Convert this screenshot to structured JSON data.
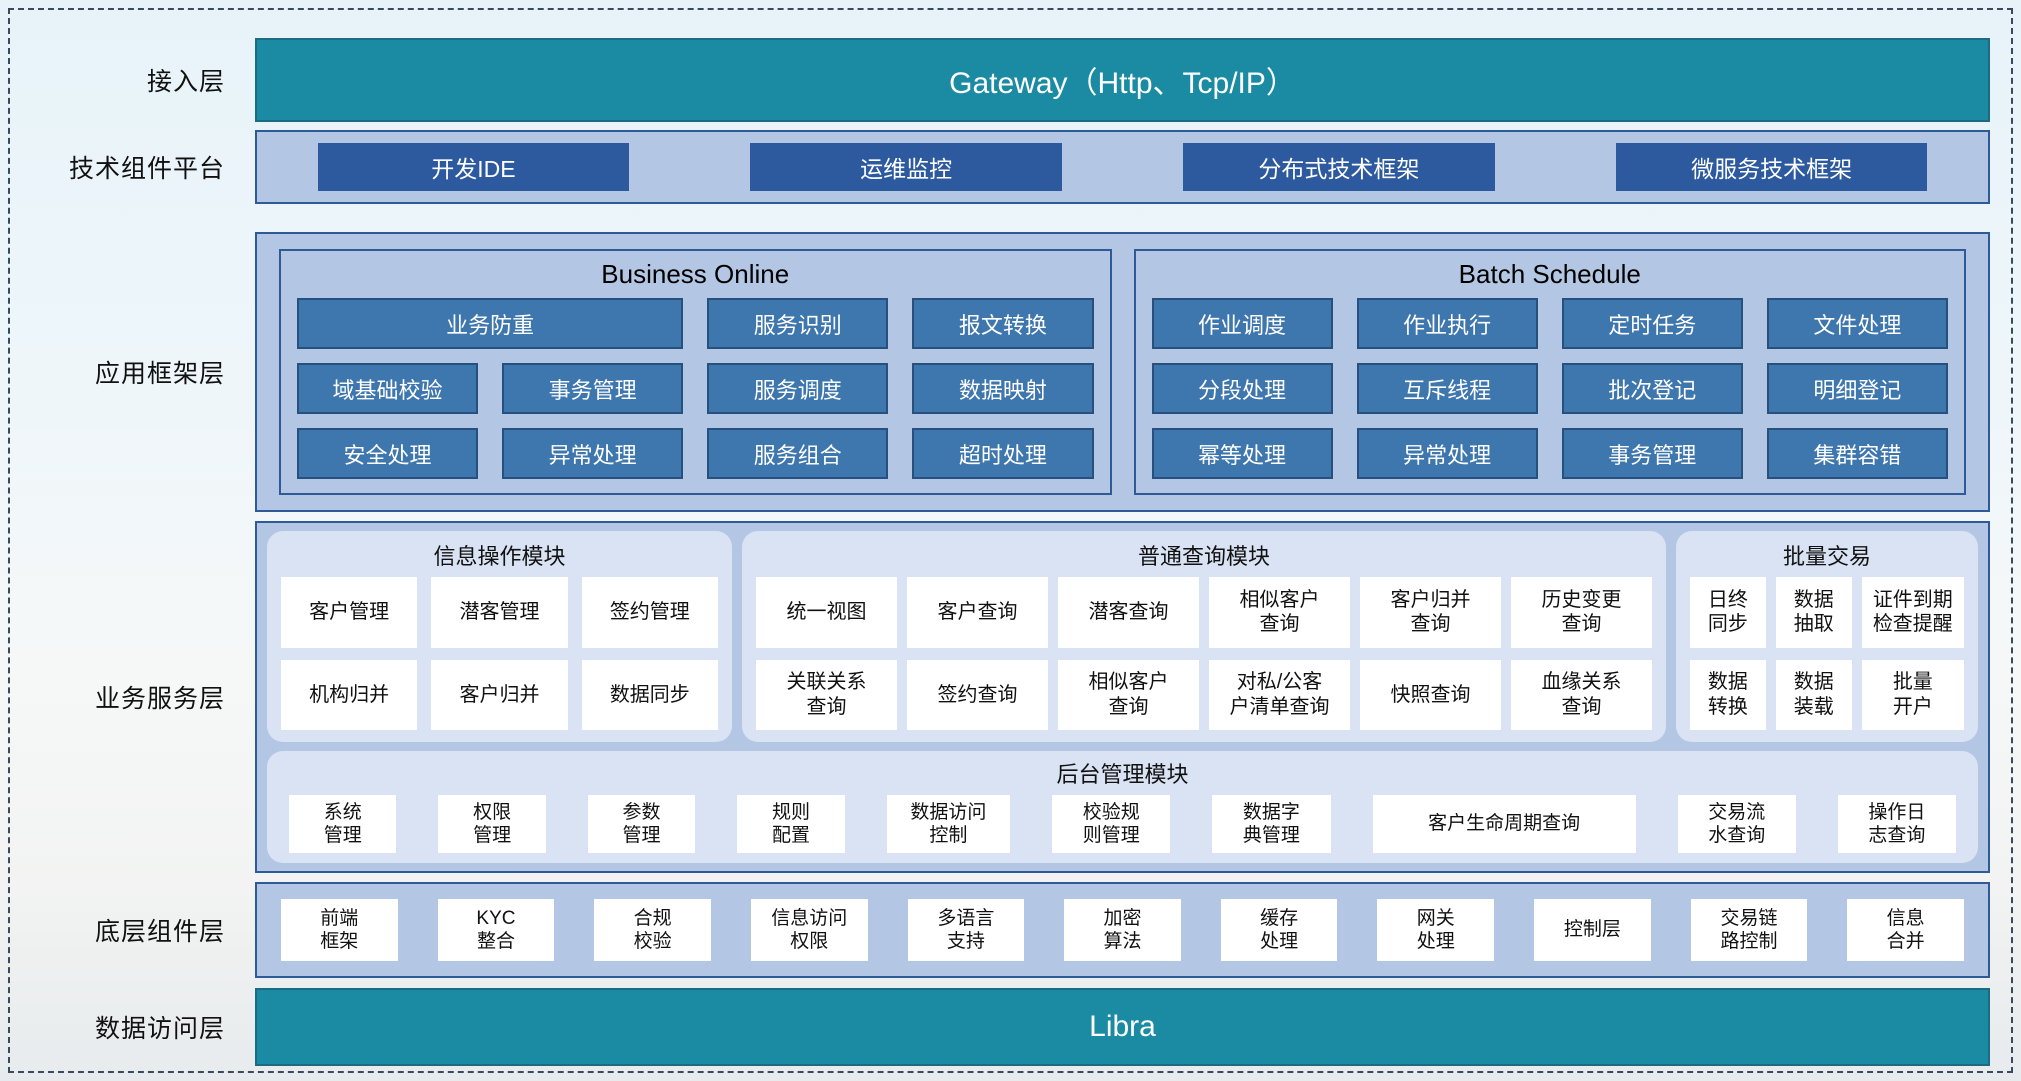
{
  "colors": {
    "teal": "#1b8ba3",
    "navy": "#2d5a9e",
    "mid_blue": "#3e76ae",
    "panel_light": "#b3c6e4",
    "module_light": "#dae3f3",
    "border_navy": "#2e5b97"
  },
  "layers": {
    "access": {
      "label": "接入层",
      "bar": "Gateway（Http、Tcp/IP）"
    },
    "tech": {
      "label": "技术组件平台",
      "items": [
        "开发IDE",
        "运维监控",
        "分布式技术框架",
        "微服务技术框架"
      ]
    },
    "framework": {
      "label": "应用框架层",
      "business_online": {
        "title": "Business Online",
        "items": [
          "业务防重",
          "服务识别",
          "报文转换",
          "域基础校验",
          "事务管理",
          "服务调度",
          "数据映射",
          "安全处理",
          "异常处理",
          "服务组合",
          "超时处理"
        ]
      },
      "batch_schedule": {
        "title": "Batch Schedule",
        "items": [
          "作业调度",
          "作业执行",
          "定时任务",
          "文件处理",
          "分段处理",
          "互斥线程",
          "批次登记",
          "明细登记",
          "幂等处理",
          "异常处理",
          "事务管理",
          "集群容错"
        ]
      }
    },
    "business": {
      "label": "业务服务层",
      "modules": [
        {
          "title": "信息操作模块",
          "items": [
            "客户管理",
            "潜客管理",
            "签约管理",
            "机构归并",
            "客户归并",
            "数据同步"
          ]
        },
        {
          "title": "普通查询模块",
          "items": [
            "统一视图",
            "客户查询",
            "潜客查询",
            "相似客户\n查询",
            "客户归并\n查询",
            "历史变更\n查询",
            "关联关系\n查询",
            "签约查询",
            "相似客户\n查询",
            "对私/公客\n户清单查询",
            "快照查询",
            "血缘关系\n查询"
          ]
        },
        {
          "title": "批量交易",
          "items": [
            "日终\n同步",
            "数据\n抽取",
            "证件到期\n检查提醒",
            "数据\n转换",
            "数据\n装载",
            "批量\n开户"
          ]
        }
      ],
      "admin": {
        "title": "后台管理模块",
        "items": [
          "系统\n管理",
          "权限\n管理",
          "参数\n管理",
          "规则\n配置",
          "数据访问\n控制",
          "校验规\n则管理",
          "数据字\n典管理",
          "客户生命周期查询",
          "交易流\n水查询",
          "操作日\n志查询"
        ]
      }
    },
    "base": {
      "label": "底层组件层",
      "items": [
        "前端\n框架",
        "KYC\n整合",
        "合规\n校验",
        "信息访问\n权限",
        "多语言\n支持",
        "加密\n算法",
        "缓存\n处理",
        "网关\n处理",
        "控制层",
        "交易链\n路控制",
        "信息\n合并"
      ]
    },
    "data": {
      "label": "数据访问层",
      "bar": "Libra"
    }
  }
}
